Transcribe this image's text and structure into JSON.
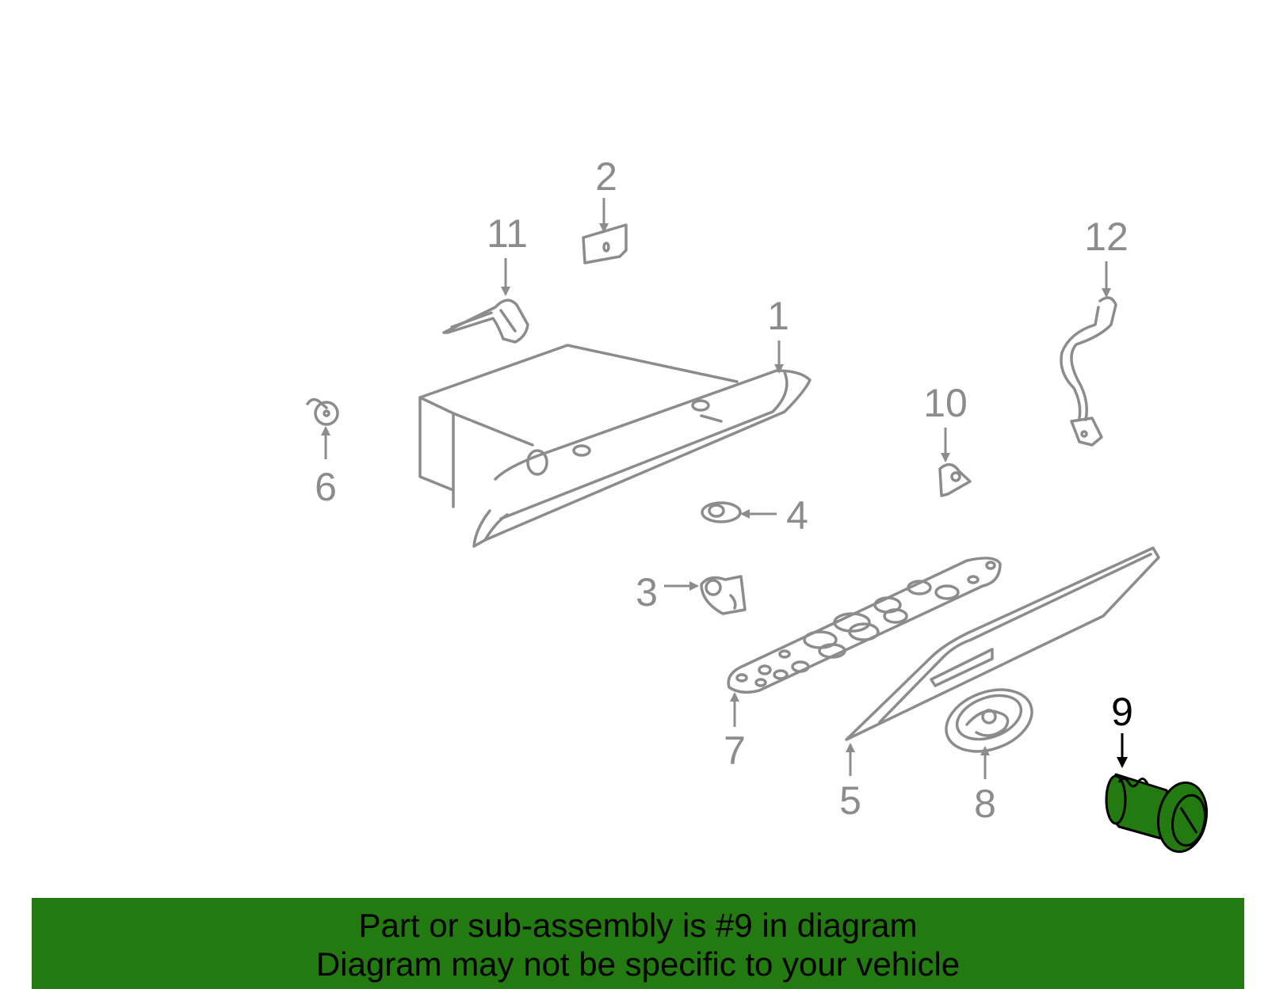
{
  "callouts": {
    "c1": "1",
    "c2": "2",
    "c3": "3",
    "c4": "4",
    "c5": "5",
    "c6": "6",
    "c7": "7",
    "c8": "8",
    "c9": "9",
    "c10": "10",
    "c11": "11",
    "c12": "12"
  },
  "highlighted_part": "9",
  "banner": {
    "line1": "Part or sub-assembly is #9 in diagram",
    "line2": "Diagram may not be specific to your vehicle"
  },
  "colors": {
    "line_art": "#8c8c8c",
    "highlight_part": "#227a10",
    "banner_bg": "#227a10",
    "banner_text": "#000000"
  }
}
